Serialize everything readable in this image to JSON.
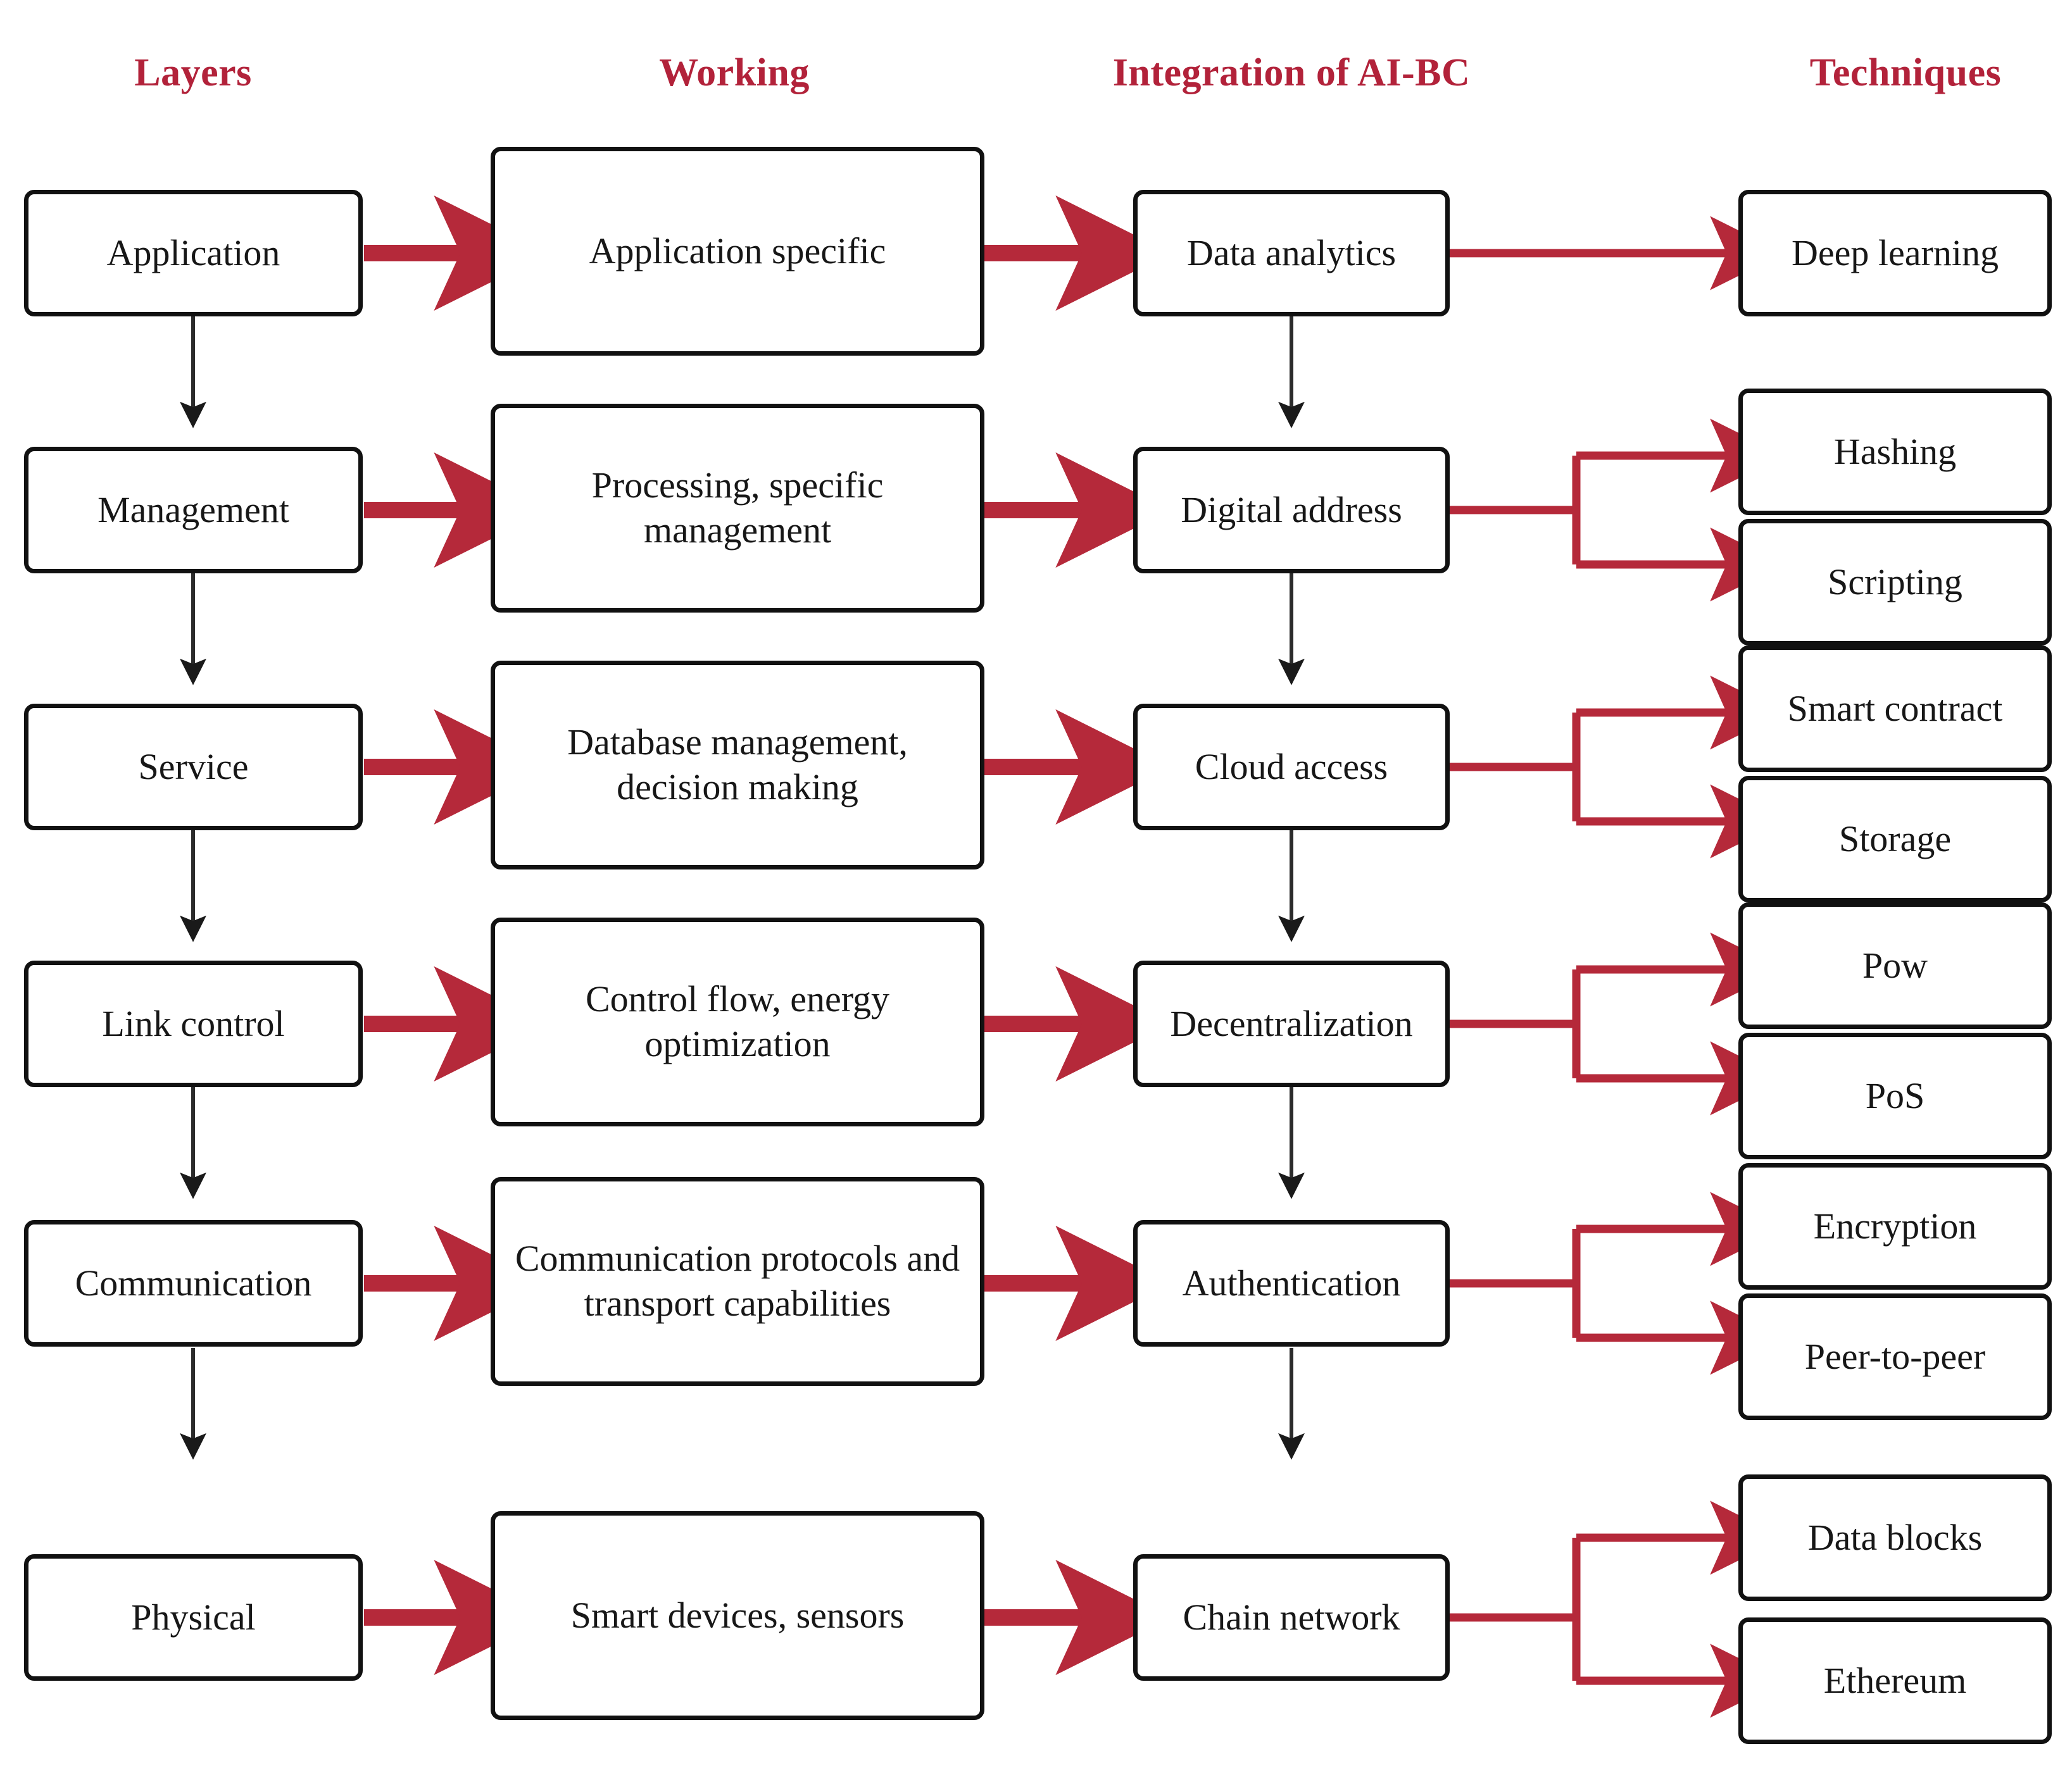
{
  "figure": {
    "type": "flow-diagram",
    "title": "",
    "accent_red": "#b2223a",
    "arrow_red": "#b5293a",
    "box_border": "#111111"
  },
  "columns": [
    {
      "id": "layers",
      "header": "Layers"
    },
    {
      "id": "working",
      "header": "Working"
    },
    {
      "id": "integration",
      "header": "Integration of AI-BC"
    },
    {
      "id": "techniques",
      "header": "Techniques"
    }
  ],
  "rows": [
    {
      "layer": "Application",
      "working": "Application specific",
      "integration": "Data analytics",
      "techniques": [
        "Deep learning"
      ]
    },
    {
      "layer": "Management",
      "working": "Processing, specific management",
      "integration": "Digital address",
      "techniques": [
        "Hashing",
        "Scripting"
      ]
    },
    {
      "layer": "Service",
      "working": "Database management, decision making",
      "integration": "Cloud access",
      "techniques": [
        "Smart contract",
        "Storage"
      ]
    },
    {
      "layer": "Link control",
      "working": "Control flow, energy optimization",
      "integration": "Decentralization",
      "techniques": [
        "Pow",
        "PoS"
      ]
    },
    {
      "layer": "Communication",
      "working": "Communication protocols and transport capabilities",
      "integration": "Authentication",
      "techniques": [
        "Encryption",
        "Peer-to-peer"
      ]
    },
    {
      "layer": "Physical",
      "working": "Smart devices, sensors",
      "integration": "Chain network",
      "techniques": [
        "Data blocks",
        "Ethereum"
      ]
    }
  ]
}
